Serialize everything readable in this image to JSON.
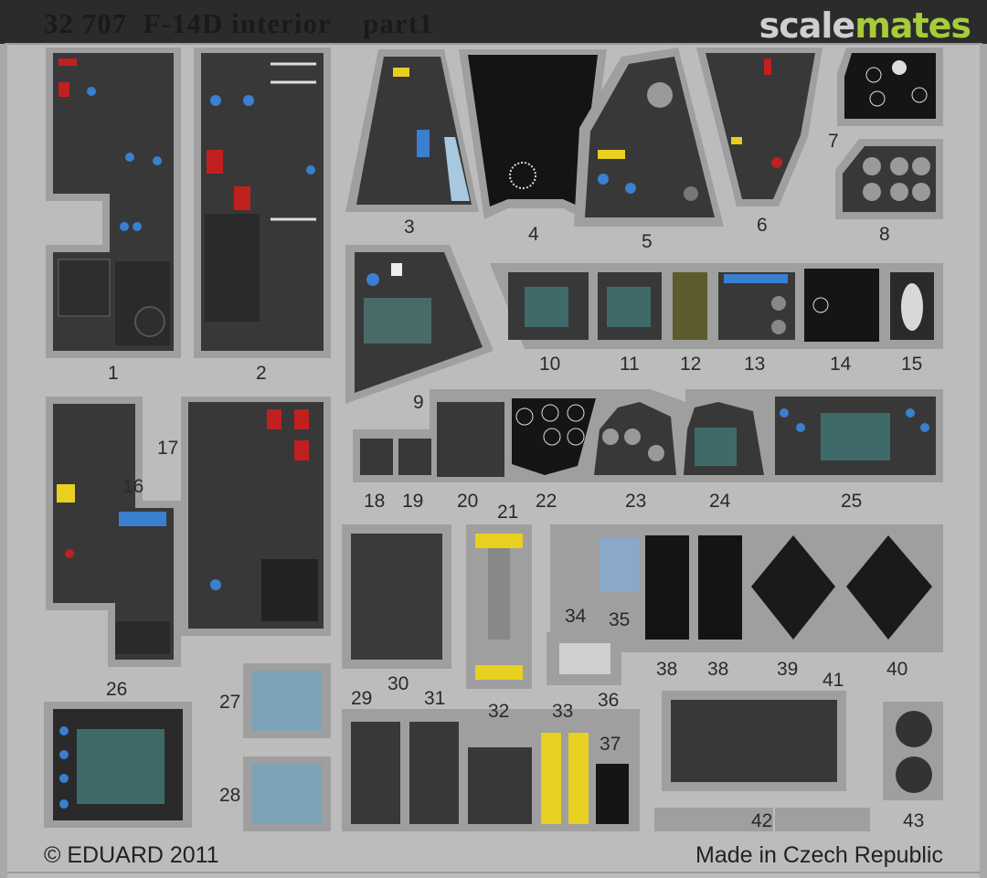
{
  "header": {
    "title": "32 707  F-14D interior    part1",
    "watermark_part1": "scale",
    "watermark_part2": "mates"
  },
  "footer": {
    "copyright": "© EDUARD 2011",
    "origin": "Made in Czech Republic"
  },
  "parts": [
    "1",
    "2",
    "3",
    "4",
    "5",
    "6",
    "7",
    "8",
    "9",
    "10",
    "11",
    "12",
    "13",
    "14",
    "15",
    "16",
    "17",
    "18",
    "19",
    "20",
    "21",
    "22",
    "23",
    "24",
    "25",
    "26",
    "27",
    "28",
    "29",
    "30",
    "31",
    "32",
    "33",
    "34",
    "35",
    "36",
    "37",
    "38",
    "38",
    "39",
    "40",
    "41",
    "42",
    "43"
  ],
  "colors": {
    "fret": "#bcbcbc",
    "panel": "#3a3a3a",
    "panel_dark": "#1e1e1e",
    "screen": "#3f6a6a",
    "accent_blue": "#3a7fd0",
    "accent_yellow": "#e8d020",
    "accent_red": "#c02020",
    "watermark_green": "#a7cc3a"
  }
}
